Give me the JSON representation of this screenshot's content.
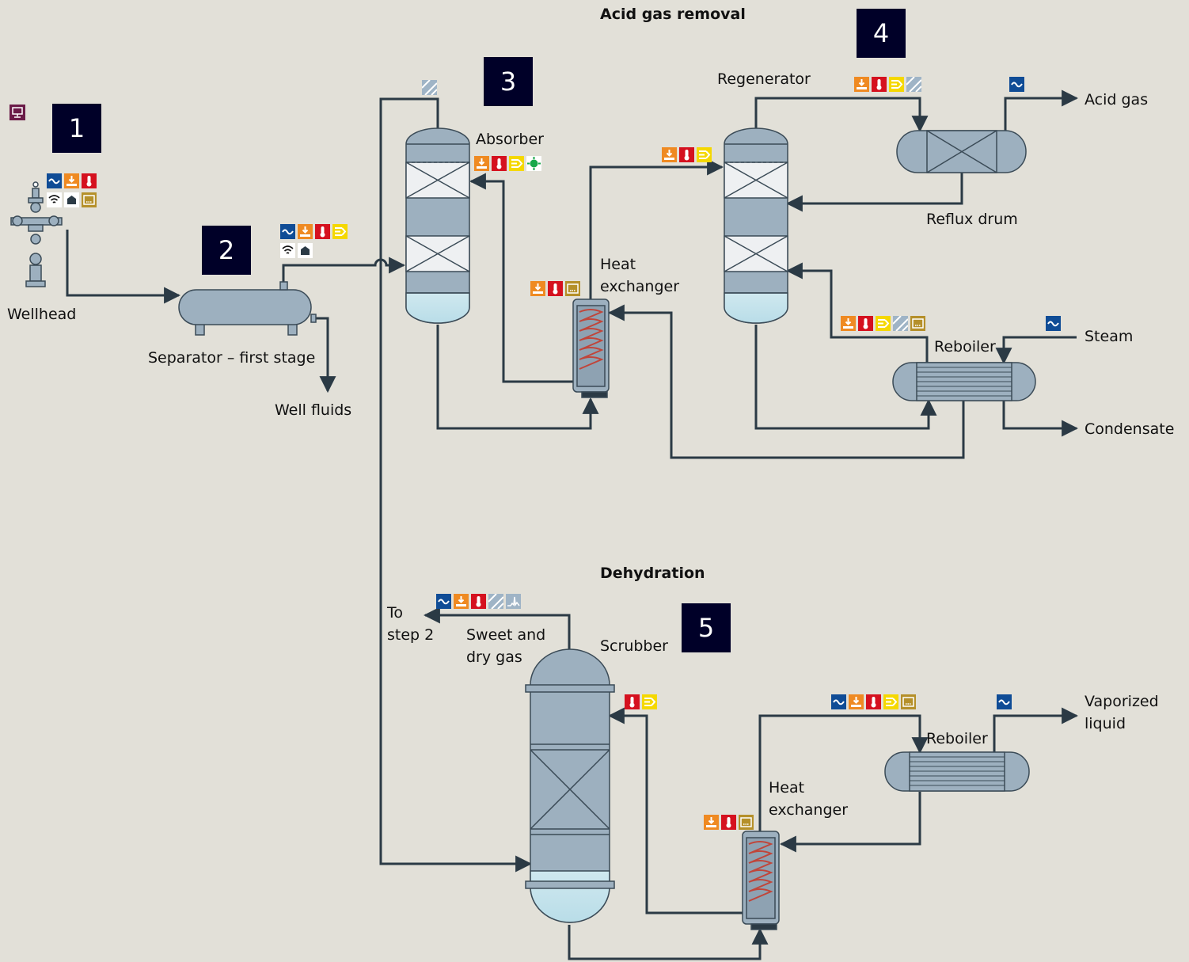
{
  "headings": {
    "acid_gas_removal": "Acid gas removal",
    "dehydration": "Dehydration"
  },
  "steps": [
    "1",
    "2",
    "3",
    "4",
    "5"
  ],
  "labels": {
    "wellhead": "Wellhead",
    "separator": "Separator – first stage",
    "well_fluids": "Well fluids",
    "absorber": "Absorber",
    "heat_exchanger_1": "Heat",
    "heat_exchanger_2": "exchanger",
    "regenerator": "Regenerator",
    "reflux_drum": "Reflux drum",
    "acid_gas": "Acid gas",
    "reboiler_top": "Reboiler",
    "steam": "Steam",
    "condensate": "Condensate",
    "to_step_1": "To",
    "to_step_2": "step 2",
    "sweet_1": "Sweet and",
    "sweet_2": "dry gas",
    "scrubber": "Scrubber",
    "reboiler_bottom": "Reboiler",
    "vaporized_1": "Vaporized",
    "vaporized_2": "liquid"
  },
  "icon_colors": {
    "flow": "#0f4c96",
    "level": "#ef8a22",
    "temperature": "#d5111f",
    "pressure": "#f5d800",
    "analyzer": "#9fb4c6",
    "wireless": "#ffffff",
    "display": "#b5902a",
    "valve_positioner": "#18a84a",
    "pipe": "#2b3a45",
    "vessel": "#9db0bf"
  },
  "icon_groups": {
    "wellhead_row1": [
      "flow-icon",
      "level-icon",
      "temperature-icon"
    ],
    "wellhead_row2": [
      "wireless-icon",
      "gateway-icon",
      "display-icon"
    ],
    "separator_row1": [
      "flow-icon",
      "level-icon",
      "temperature-icon",
      "pressure-icon"
    ],
    "separator_row2": [
      "wireless-icon",
      "gateway-icon"
    ],
    "absorber_top": [
      "analyzer-icon"
    ],
    "absorber": [
      "level-icon",
      "temperature-icon",
      "pressure-icon",
      "valve-positioner-icon"
    ],
    "heat_exchanger_top": [
      "level-icon",
      "temperature-icon",
      "display-icon"
    ],
    "regenerator_inlet": [
      "level-icon",
      "temperature-icon",
      "pressure-icon"
    ],
    "regenerator_top": [
      "level-icon",
      "temperature-icon",
      "pressure-icon",
      "analyzer-icon"
    ],
    "acid_gas": [
      "flow-icon"
    ],
    "reboiler_top": [
      "level-icon",
      "temperature-icon",
      "pressure-icon",
      "analyzer-icon",
      "display-icon"
    ],
    "steam": [
      "flow-icon"
    ],
    "sweet_gas": [
      "flow-icon",
      "level-icon",
      "temperature-icon",
      "analyzer-icon",
      "spectrum-icon"
    ],
    "scrubber_inlet": [
      "temperature-icon",
      "pressure-icon"
    ],
    "reboiler_bottom_inlet": [
      "flow-icon",
      "level-icon",
      "temperature-icon",
      "pressure-icon",
      "display-icon"
    ],
    "vaporized": [
      "flow-icon"
    ],
    "heat_exchanger_bottom": [
      "level-icon",
      "temperature-icon",
      "display-icon"
    ]
  },
  "corner_icon": "monitor-icon"
}
